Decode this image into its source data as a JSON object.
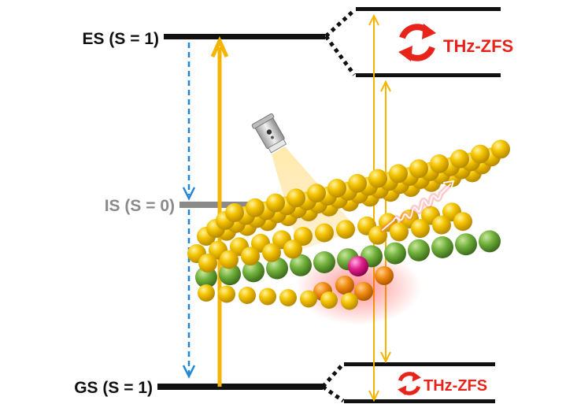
{
  "levels": {
    "es": {
      "label": "ES (S = 1)",
      "color": "#111111"
    },
    "is": {
      "label": "IS (S = 0)",
      "color": "#8a8a8a"
    },
    "gs": {
      "label": "GS (S = 1)",
      "color": "#111111"
    }
  },
  "splitting": {
    "top_label": "THz-ZFS",
    "bottom_label": "THz-ZFS",
    "color": "#e8231a"
  },
  "colors": {
    "excitation_arrow": "#f4b400",
    "relaxation_arrow": "#1e88d6",
    "surface_atom": "#f2c200",
    "subsurface_atom": "#6fae3a",
    "defect_atom": "#e0208c",
    "neighbor_atom": "#f08a10",
    "emission": "#ff5a5a"
  }
}
